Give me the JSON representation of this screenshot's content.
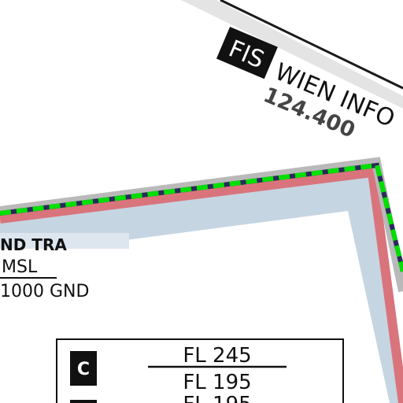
{
  "fis_label": {
    "badge": "FIS",
    "name": "WIEN INFO",
    "frequency": "124.400"
  },
  "tra_label": {
    "name": "ND TRA",
    "upper_limit": "MSL",
    "lower_limit": "1000 GND"
  },
  "airspace_box": {
    "class_top": "C",
    "upper": "FL 245",
    "lower": "FL 195",
    "next_upper_partial": "FL 195"
  },
  "colors": {
    "boundary_band": "#c6d5e2",
    "buffer_red": "#d9747c",
    "dashed_green": "#00e000",
    "dashed_dark": "#2a2a5a",
    "label_fill": "#111111"
  }
}
